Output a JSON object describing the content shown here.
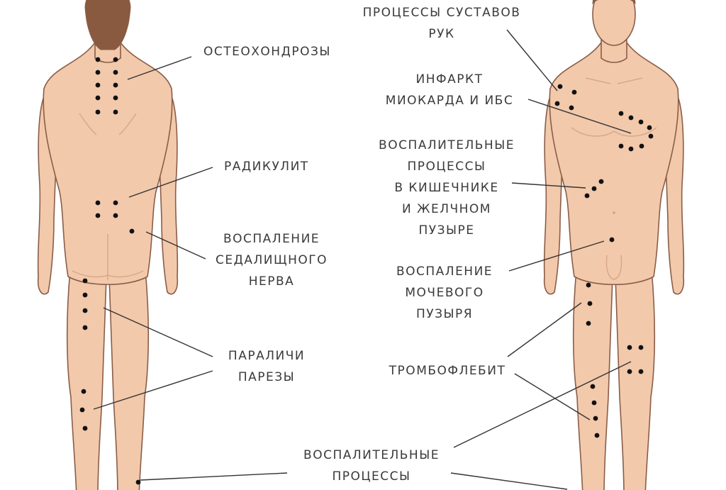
{
  "colors": {
    "skin": "#f2c9ab",
    "skin_shadow": "#d9a88a",
    "outline": "#8a5d48",
    "hair": "#8a5a40",
    "dot": "#111111",
    "line": "#333333",
    "text": "#3a3a3a",
    "background": "#ffffff"
  },
  "labels": {
    "osteochondrosis": [
      "ОСТЕОХОНДРОЗЫ"
    ],
    "radiculitis": [
      "РАДИКУЛИТ"
    ],
    "sciatic": [
      "ВОСПАЛЕНИЕ",
      "СЕДАЛИЩНОГО",
      "НЕРВА"
    ],
    "paralysis": [
      "ПАРАЛИЧИ",
      "ПАРЕЗЫ"
    ],
    "arm_joints": [
      "ПРОЦЕССЫ СУСТАВОВ",
      "РУК"
    ],
    "infarction": [
      "ИНФАРКТ",
      "МИОКАРДА И ИБС"
    ],
    "intestine": [
      "ВОСПАЛИТЕЛЬНЫЕ",
      "ПРОЦЕССЫ",
      "В КИШЕЧНИКЕ",
      "И ЖЕЛЧНОМ",
      "ПУЗЫРЕ"
    ],
    "bladder": [
      "ВОСПАЛЕНИЕ",
      "МОЧЕВОГО",
      "ПУЗЫРЯ"
    ],
    "thrombophlebitis": [
      "ТРОМБОФЛЕБИТ"
    ],
    "inflammation_bottom": [
      "ВОСПАЛИТЕЛЬНЫЕ",
      "ПРОЦЕССЫ"
    ]
  }
}
